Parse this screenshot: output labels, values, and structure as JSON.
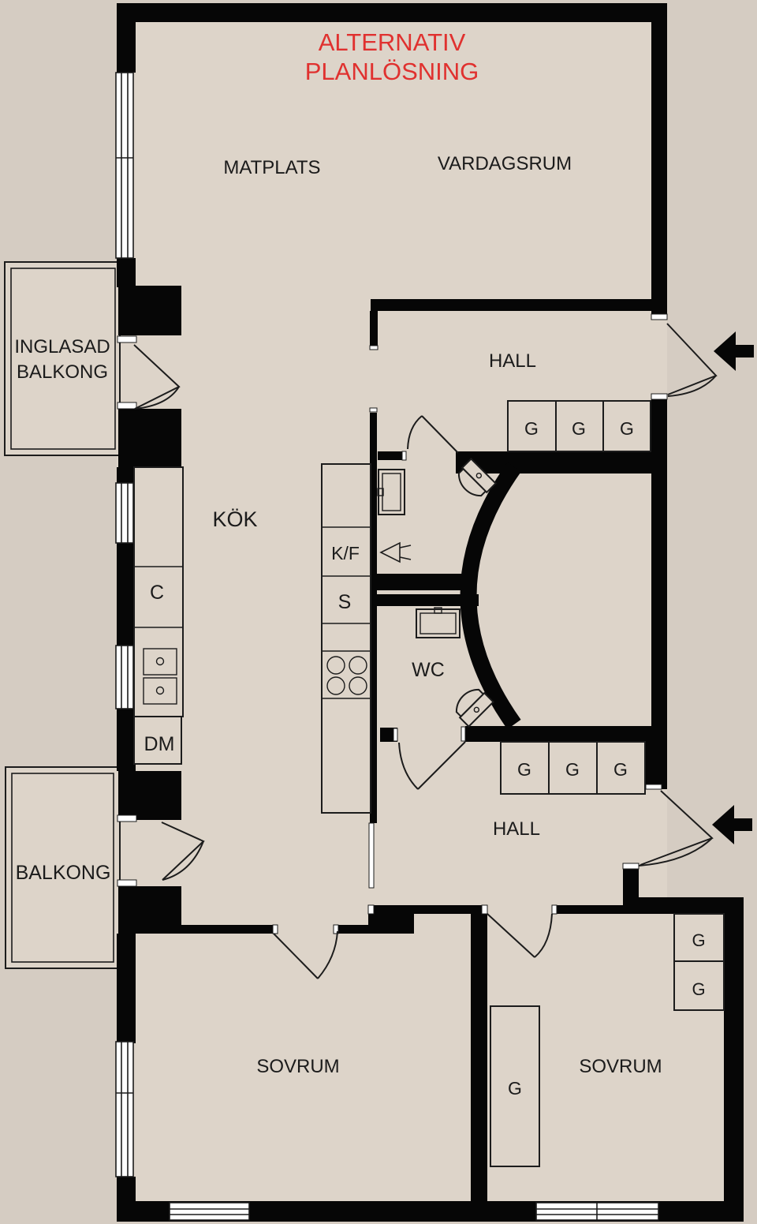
{
  "title": {
    "line1": "ALTERNATIV",
    "line2": "PLANLÖSNING"
  },
  "rooms": {
    "matplats": "MATPLATS",
    "vardagsrum": "VARDAGSRUM",
    "inglasad_balkong_line1": "INGLASAD",
    "inglasad_balkong_line2": "BALKONG",
    "hall_upper": "HALL",
    "kok": "KÖK",
    "wc": "WC",
    "balkong": "BALKONG",
    "hall_lower": "HALL",
    "sovrum_left": "SOVRUM",
    "sovrum_right": "SOVRUM"
  },
  "kitchen": {
    "fridge_freezer": "K/F",
    "cabinet_c": "C",
    "cabinet_s": "S",
    "dishwasher": "DM"
  },
  "wardrobes": {
    "hall_upper": [
      "G",
      "G",
      "G"
    ],
    "hall_lower": [
      "G",
      "G",
      "G"
    ],
    "bedroom_middle": "G",
    "bedroom_right": [
      "G",
      "G"
    ]
  },
  "colors": {
    "wall": "#060606",
    "floor": "#DDD4C9",
    "outside": "#D5CCC2",
    "title_red": "#E0312F",
    "text": "#1B1B1B"
  }
}
